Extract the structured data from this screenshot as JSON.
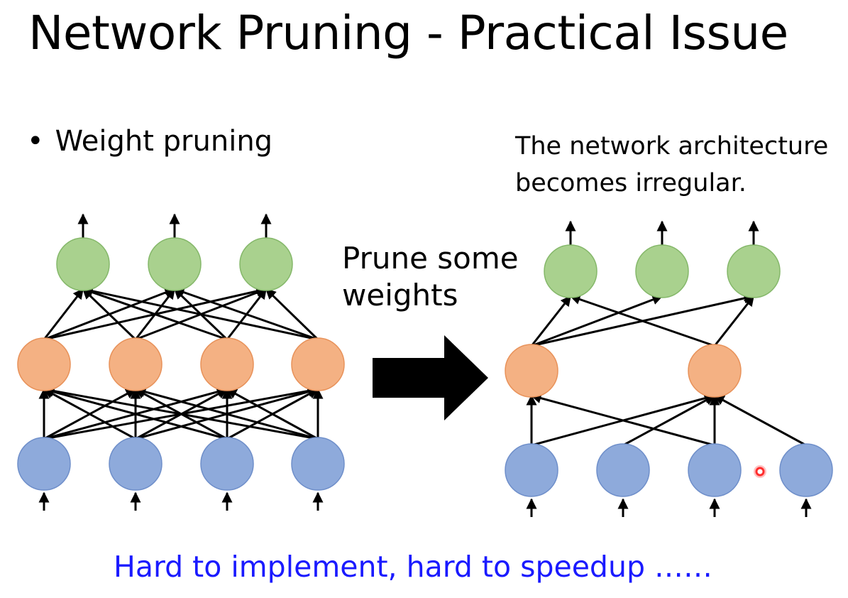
{
  "slide": {
    "title": "Network Pruning - Practical Issue",
    "bullet": {
      "marker": "•",
      "text": "Weight pruning"
    },
    "note": {
      "line1": "The network architecture",
      "line2": "becomes irregular."
    },
    "arrow_label": {
      "line1": "Prune some",
      "line2": "weights"
    },
    "footer": "Hard to implement, hard to speedup ……"
  },
  "colors": {
    "input_node": "#8eaadb",
    "input_node_border": "#6f8fca",
    "hidden_node": "#f4b183",
    "hidden_node_border": "#e8925a",
    "output_node": "#a9d18e",
    "output_node_border": "#85b86a",
    "edge": "#000000",
    "arrow_fill": "#000000",
    "footer_text": "#1a1aff"
  },
  "networks": {
    "full": {
      "layers": [
        "input",
        "hidden",
        "output"
      ],
      "input_nodes": 4,
      "hidden_nodes": 4,
      "output_nodes": 3,
      "input_to_hidden": [
        [
          0,
          0
        ],
        [
          0,
          1
        ],
        [
          0,
          2
        ],
        [
          0,
          3
        ],
        [
          1,
          0
        ],
        [
          1,
          1
        ],
        [
          1,
          2
        ],
        [
          1,
          3
        ],
        [
          2,
          0
        ],
        [
          2,
          1
        ],
        [
          2,
          2
        ],
        [
          2,
          3
        ],
        [
          3,
          0
        ],
        [
          3,
          1
        ],
        [
          3,
          2
        ],
        [
          3,
          3
        ]
      ],
      "hidden_to_output": [
        [
          0,
          0
        ],
        [
          0,
          1
        ],
        [
          0,
          2
        ],
        [
          1,
          0
        ],
        [
          1,
          1
        ],
        [
          1,
          2
        ],
        [
          2,
          0
        ],
        [
          2,
          1
        ],
        [
          2,
          2
        ],
        [
          3,
          0
        ],
        [
          3,
          1
        ],
        [
          3,
          2
        ]
      ]
    },
    "pruned": {
      "layers": [
        "input",
        "hidden",
        "output"
      ],
      "input_nodes": 4,
      "hidden_nodes": 2,
      "output_nodes": 3,
      "input_to_hidden": [
        [
          0,
          0
        ],
        [
          0,
          1
        ],
        [
          1,
          1
        ],
        [
          2,
          0
        ],
        [
          2,
          1
        ],
        [
          3,
          1
        ]
      ],
      "hidden_to_output": [
        [
          0,
          0
        ],
        [
          0,
          1
        ],
        [
          0,
          2
        ],
        [
          1,
          0
        ],
        [
          1,
          2
        ]
      ]
    }
  }
}
